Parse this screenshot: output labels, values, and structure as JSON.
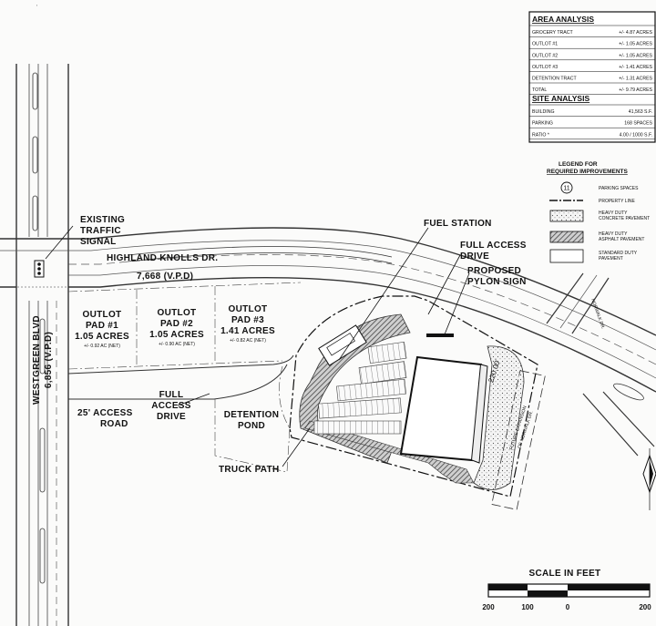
{
  "area_analysis": {
    "title": "AREA ANALYSIS",
    "rows": [
      {
        "label": "GROCERY TRACT",
        "value": "+/- 4.87 ACRES"
      },
      {
        "label": "OUTLOT #1",
        "value": "+/- 1.05 ACRES"
      },
      {
        "label": "OUTLOT #2",
        "value": "+/- 1.05 ACRES"
      },
      {
        "label": "OUTLOT #3",
        "value": "+/- 1.41 ACRES"
      },
      {
        "label": "DETENTION TRACT",
        "value": "+/- 1.31 ACRES"
      },
      {
        "label": "TOTAL",
        "value": "+/- 9.79 ACRES"
      }
    ]
  },
  "site_analysis": {
    "title": "SITE ANALYSIS",
    "rows": [
      {
        "label": "BUILDING",
        "value": "41,563 S.F."
      },
      {
        "label": "PARKING",
        "value": "168 SPACES"
      },
      {
        "label": "RATIO *",
        "value": "4.00 / 1000 S.F."
      }
    ]
  },
  "legend": {
    "title_line1": "LEGEND FOR",
    "title_line2": "REQUIRED IMPROVEMENTS",
    "parking_symbol": "11",
    "items": [
      {
        "line1": "PARKING SPACES",
        "line2": ""
      },
      {
        "line1": "PROPERTY LINE",
        "line2": ""
      },
      {
        "line1": "HEAVY DUTY",
        "line2": "CONCRETE PAVEMENT"
      },
      {
        "line1": "HEAVY DUTY",
        "line2": "ASPHALT PAVEMENT"
      },
      {
        "line1": "STANDARD DUTY",
        "line2": "PAVEMENT"
      }
    ]
  },
  "labels": {
    "signal": [
      "EXISTING",
      "TRAFFIC",
      "SIGNAL"
    ],
    "highland": "HIGHLAND KNOLLS DR.",
    "vpd_highland": "7,668 (V.P.D)",
    "westgreen": "WESTGREEN BLVD",
    "vpd_westgreen": "6,856 (V.P.D)",
    "outlot1": [
      "OUTLOT",
      "PAD #1",
      "1.05 ACRES",
      "+/- 0.92 AC (NET)"
    ],
    "outlot2": [
      "OUTLOT",
      "PAD #2",
      "1.05 ACRES",
      "+/- 0.90 AC (NET)"
    ],
    "outlot3": [
      "OUTLOT",
      "PAD #3",
      "1.41 ACRES",
      "+/- 0.82 AC (NET)"
    ],
    "access_road": [
      "25' ACCESS",
      "ROAD"
    ],
    "full_access_left": [
      "FULL",
      "ACCESS",
      "DRIVE"
    ],
    "detention": [
      "DETENTION",
      "POND"
    ],
    "truck_path": "TRUCK PATH",
    "fuel_station": "FUEL STATION",
    "full_access_right": [
      "FULL ACCESS",
      "DRIVE"
    ],
    "pylon": [
      "PROPOSED",
      "PYLON SIGN"
    ],
    "future_norwalk": [
      "FUTURE EXPANSION",
      "OF NORWALK DR."
    ],
    "norwalk": "NORWALK DR.",
    "dim_220": "220.00'",
    "scale_title": "SCALE IN FEET",
    "scale_ticks": [
      "200",
      "100",
      "0",
      "200"
    ]
  }
}
